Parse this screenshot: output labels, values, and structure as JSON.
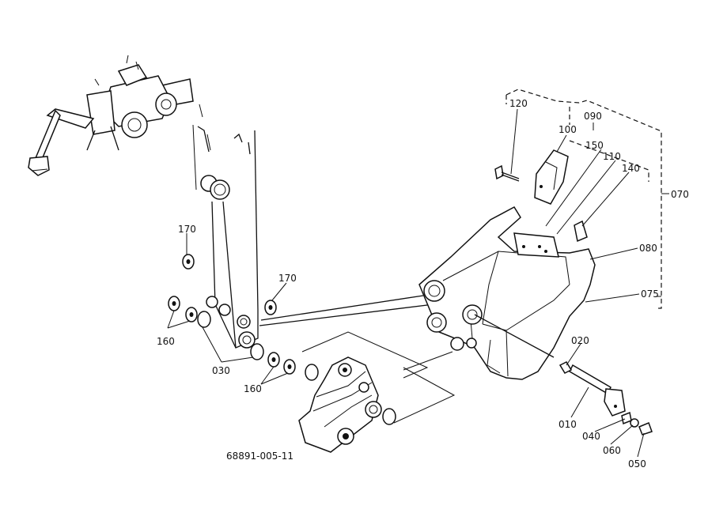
{
  "drawing_number": "68891-005-11",
  "callouts": {
    "c120": "120",
    "c100": "100",
    "c090": "090",
    "c150": "150",
    "c110": "110",
    "c140": "140",
    "c070": "070",
    "c080": "080",
    "c075": "075",
    "c020": "020",
    "c010": "010",
    "c040": "040",
    "c060": "060",
    "c050": "050",
    "c170a": "170",
    "c170b": "170",
    "c160a": "160",
    "c160b": "160",
    "c030": "030"
  }
}
